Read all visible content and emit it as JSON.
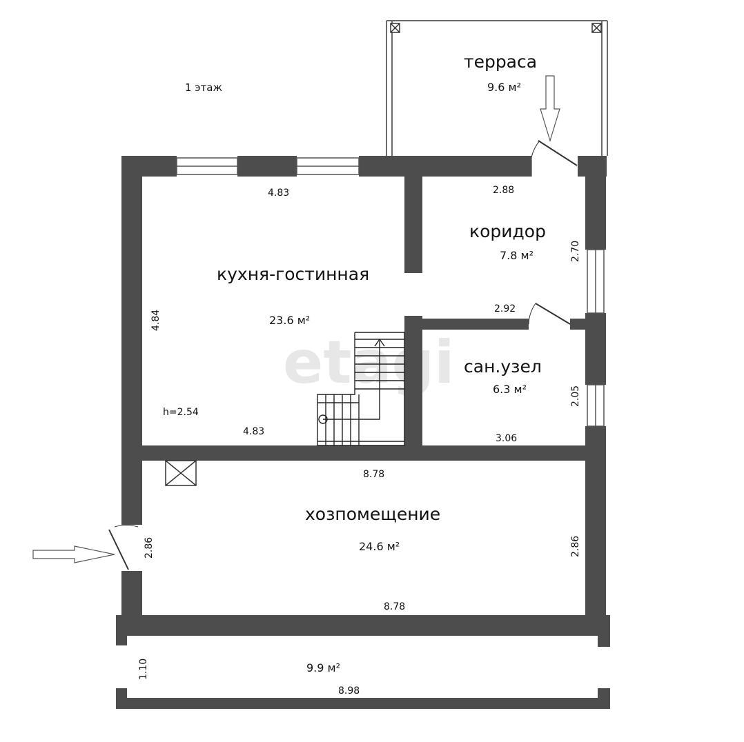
{
  "floor_label": "1 этаж",
  "watermark": "etagi",
  "colors": {
    "wall": "#4d4d4d",
    "thin_line": "#6a6a6a",
    "background": "#ffffff"
  },
  "rooms": {
    "terrace": {
      "name": "терраса",
      "area": "9.6 м²"
    },
    "kitchen": {
      "name": "кухня-гостинная",
      "area": "23.6 м²",
      "height": "h=2.54",
      "dim_top": "4.83",
      "dim_bottom": "4.83",
      "dim_side": "4.84"
    },
    "corridor": {
      "name": "коридор",
      "area": "7.8 м²",
      "dim_top": "2.88",
      "dim_bottom": "2.92",
      "dim_side": "2.70"
    },
    "bathroom": {
      "name": "сан.узел",
      "area": "6.3 м²",
      "dim_bottom": "3.06",
      "dim_side": "2.05"
    },
    "utility": {
      "name": "хозпомещение",
      "area": "24.6 м²",
      "dim_top": "8.78",
      "dim_bottom": "8.78",
      "dim_left": "2.86",
      "dim_right": "2.86"
    },
    "porch": {
      "area": "9.9 м²",
      "dim_width": "8.98",
      "dim_depth": "1.10"
    }
  },
  "icons": [
    "entrance-arrow-icon",
    "terrace-entrance-arrow-icon",
    "stair-icon",
    "ventilation-shaft-icon",
    "column-icon"
  ]
}
